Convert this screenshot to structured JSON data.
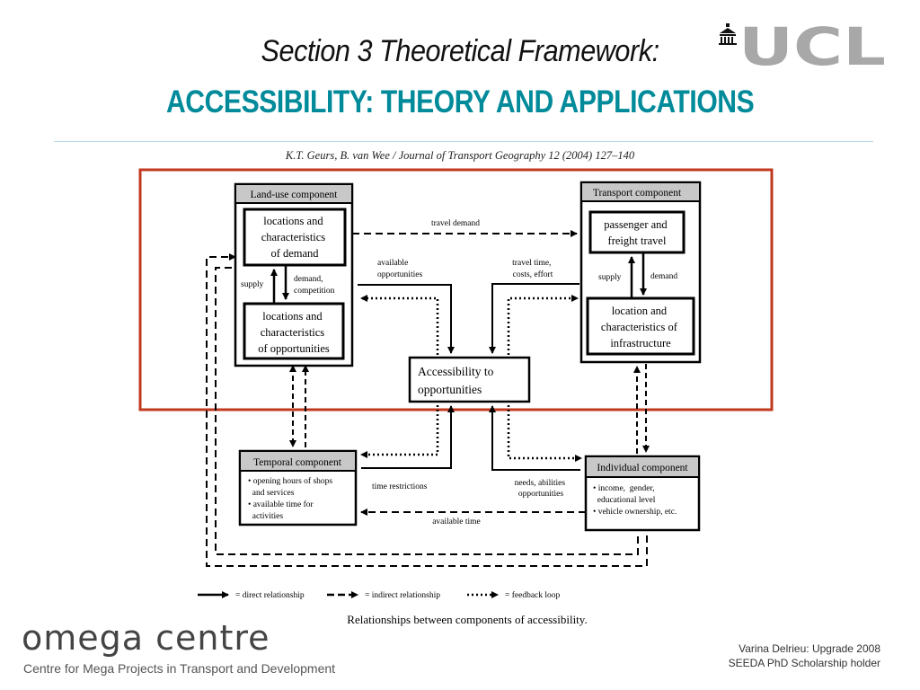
{
  "slide": {
    "title_line1": "Section 3 Theoretical Framework:",
    "title_line2": "ACCESSIBILITY: THEORY AND APPLICATIONS",
    "logo_text": "UCL",
    "citation": "K.T. Geurs, B. van Wee / Journal of Transport Geography 12 (2004) 127–140",
    "caption": "Relationships between components of accessibility.",
    "footer_logo": "omega centre",
    "footer_logo_sub": "Centre for Mega Projects in Transport and Development",
    "footer_author": "Varina Delrieu: Upgrade 2008",
    "footer_scholarship": "SEEDA PhD Scholarship holder"
  },
  "colors": {
    "title_accent": "#008a9a",
    "highlight_frame": "#c0391f",
    "header_fill": "#c8c8c8",
    "logo_grey": "#a8a8a8"
  },
  "diagram": {
    "land_use": {
      "header": "Land-use component",
      "demand_box": [
        "locations and",
        "characteristics",
        "of  demand"
      ],
      "opportunities_box": [
        "locations and",
        "characteristics",
        "of opportunities"
      ],
      "supply_label": "supply",
      "demand_competition": [
        "demand,",
        "competition"
      ]
    },
    "transport": {
      "header": "Transport component",
      "travel_box": [
        "passenger and",
        "freight travel"
      ],
      "infrastructure_box": [
        "location and",
        "characteristics of",
        "infrastructure"
      ],
      "supply_label": "supply",
      "demand_label": "demand"
    },
    "accessibility": [
      "Accessibility to",
      "opportunities"
    ],
    "temporal": {
      "header": "Temporal component",
      "items": [
        "• opening hours of shops",
        "  and services",
        "• available time for",
        "  activities"
      ]
    },
    "individual": {
      "header": "Individual component",
      "items": [
        "• income,  gender,",
        "  educational level",
        "• vehicle ownership, etc."
      ]
    },
    "labels": {
      "travel_demand": "travel demand",
      "available_opportunities": [
        "available",
        "opportunities"
      ],
      "travel_time": [
        "travel time,",
        "costs, effort"
      ],
      "time_restrictions": "time restrictions",
      "needs_abilities": [
        "needs, abilities",
        "opportunities"
      ],
      "available_time": "available time"
    },
    "legend": {
      "direct": "= direct relationship",
      "indirect": "= indirect relationship",
      "feedback": "= feedback loop"
    }
  }
}
